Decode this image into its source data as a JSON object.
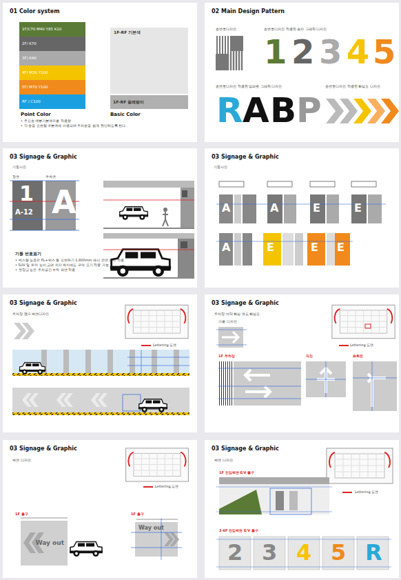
{
  "diagram": {
    "nodes": [
      {
        "text": [
          "01  Color system"
        ]
      },
      {
        "text": [
          "1F/C70 M40 Y85 K10"
        ],
        "in": 0
      },
      {
        "text": [
          "2F/ K70"
        ],
        "in": 0
      },
      {
        "text": [
          "3F/ K40"
        ],
        "in": 0
      },
      {
        "text": [
          "4F/ M30 Y100"
        ],
        "in": 0
      },
      {
        "text": [
          "5F/ M70 Y100"
        ],
        "in": 0
      },
      {
        "text": [
          "RF / C100"
        ],
        "in": 0
      },
      {
        "text": [
          "1F-RF 기본색"
        ],
        "in": 0
      },
      {
        "text": [
          "1F-RF 걸레받이"
        ],
        "in": 0
      },
      {
        "text": [
          "02  Main Design Pattern"
        ]
      },
      {
        "text": [
          "03 Signage & Graphic"
        ]
      },
      {
        "text": [
          "03 Signage & Graphic"
        ]
      },
      {
        "text": [
          "03 Signage & Graphic"
        ]
      },
      {
        "text": [
          "03 Signage & Graphic"
        ]
      },
      {
        "text": [
          "03 Signage & Graphic"
        ]
      },
      {
        "text": [
          "03 Signage & Graphic"
        ]
      },
      {
        "text": [
          "Way out"
        ],
        "in": 14
      },
      {
        "text": [
          "Way out"
        ],
        "in": 14
      }
    ],
    "labels": [
      "Point Color",
      "• 주요층 색분기본색으로 적용함",
      "• 각 층을 표현할 구분색에 이용되며 주차층을 쉽게 판단하도록 한다.",
      "Basic Color",
      "층번호디자인",
      "층번호디자인 적용된 숫자 그래픽 디자인",
      "1",
      "2",
      "3",
      "4",
      "5",
      "층번호디자인 적용된 알파벳 그래픽 디자인",
      "층번호디자인 적용된 화살표 디자인",
      "R",
      "A",
      "B",
      "P",
      "기둥사인",
      "정면",
      "우측면",
      "1",
      "A-12",
      "A",
      "기둥 번호표기",
      "• 박스형 높음은 FL+박스 형 표현하기 1,800mm 에서 전면 표시 적용",
      "• SUV 및 트럭 높이 고려 차지 위치에도 구역 표기 적용 가능",
      "• 천장고 높은 주차공간 부착 외면 적용",
      "기둥사인",
      "A",
      "A",
      "E",
      "E",
      "A",
      "E",
      "E",
      "E",
      "주차장 램프 벽면디자인",
      "Lettering 도면",
      "주차장 바닥 화살 유도 화살표",
      "가로 디자인",
      "Lettering 도면",
      "1F 주차장",
      "직진",
      "좌회전",
      "벽면 디자인",
      "Lettering 도면",
      "1F 출구",
      "1F 출구",
      "벽면 디자인",
      "Lettering 도면",
      "1F 진입벽면 E/V 출구",
      "2-6F 진입벽면 E/V 출구",
      "2",
      "3",
      "4",
      "5",
      "R"
    ]
  }
}
